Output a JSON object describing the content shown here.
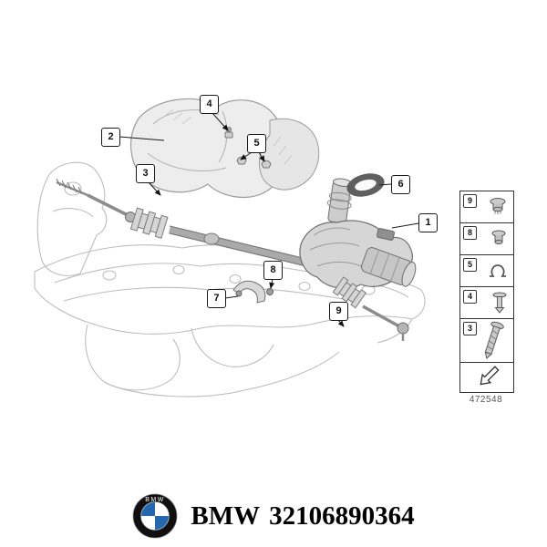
{
  "diagram": {
    "callouts": [
      {
        "label": "1"
      },
      {
        "label": "2"
      },
      {
        "label": "3"
      },
      {
        "label": "4"
      },
      {
        "label": "5"
      },
      {
        "label": "6"
      },
      {
        "label": "7"
      },
      {
        "label": "8"
      },
      {
        "label": "9"
      }
    ],
    "legend": {
      "items": [
        {
          "label": "9",
          "icon": "flange-bolt-icon"
        },
        {
          "label": "8",
          "icon": "flange-bolt-icon"
        },
        {
          "label": "5",
          "icon": "spring-clip-icon"
        },
        {
          "label": "4",
          "icon": "expansion-rivet-icon"
        },
        {
          "label": "3",
          "icon": "long-screw-icon"
        }
      ],
      "arrow_icon": "direction-arrow-icon",
      "code": "472548"
    }
  },
  "footer": {
    "logo_icon": "bmw-roundel-icon",
    "logo_letters": "BMW",
    "brand": "BMW",
    "part_number": "32106890364"
  }
}
